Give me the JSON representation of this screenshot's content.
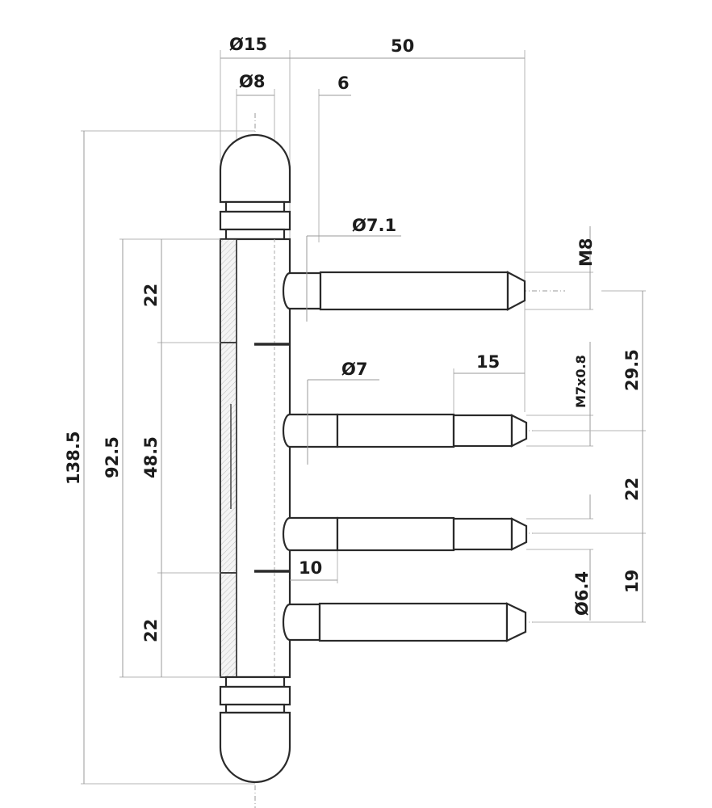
{
  "drawing": {
    "subject": "3-part hinge technical drawing",
    "colors": {
      "line": "#2a2a2a",
      "dimension": "#9a9a9a",
      "background": "#ffffff"
    },
    "dimensions": {
      "top": {
        "outer_diameter": "Ø15",
        "inner_diameter": "Ø8",
        "pin_length": "50",
        "collar_offset": "6"
      },
      "pins": {
        "pin1_diameter": "Ø7.1",
        "pin2_diameter": "Ø7",
        "thread_length": "15",
        "collar_length": "10"
      },
      "right": {
        "thread_top": "M8",
        "thread_mid": "M7x0.8",
        "pin4_diameter": "Ø6.4",
        "spacing_1": "29.5",
        "spacing_2": "22",
        "spacing_3": "19"
      },
      "left": {
        "overall_height": "138.5",
        "body_height": "92.5",
        "middle_section": "48.5",
        "upper_section": "22",
        "lower_section": "22"
      }
    }
  }
}
